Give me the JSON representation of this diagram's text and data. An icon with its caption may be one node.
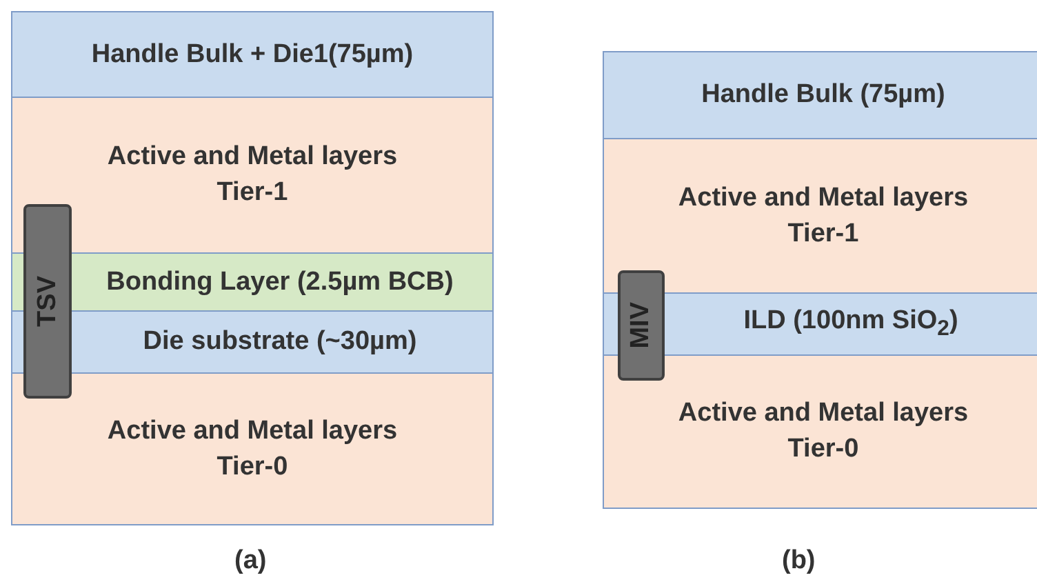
{
  "diagram": {
    "nodes": [
      {
        "text": [
          "Handle Bulk + Die1(75µm)"
        ]
      },
      {
        "text": [
          "Active and Metal layers",
          "Tier-1"
        ]
      },
      {
        "text": [
          "Bonding Layer (2.5µm BCB)"
        ]
      },
      {
        "text": [
          "Die substrate (~30µm)"
        ]
      },
      {
        "text": [
          "Active and Metal layers",
          "Tier-0"
        ]
      },
      {
        "text": [
          "TSV"
        ]
      },
      {
        "text": [
          "Handle Bulk (75µm)"
        ]
      },
      {
        "text": [
          "Active and Metal layers",
          "Tier-1"
        ]
      },
      {
        "text": [
          "ILD (100nm SiO$_{2}$)"
        ]
      },
      {
        "text": [
          "Active and Metal layers",
          "Tier-0"
        ]
      },
      {
        "text": [
          "MIV"
        ]
      }
    ],
    "edges": [],
    "labels": [
      "(a)",
      "(b)"
    ]
  }
}
